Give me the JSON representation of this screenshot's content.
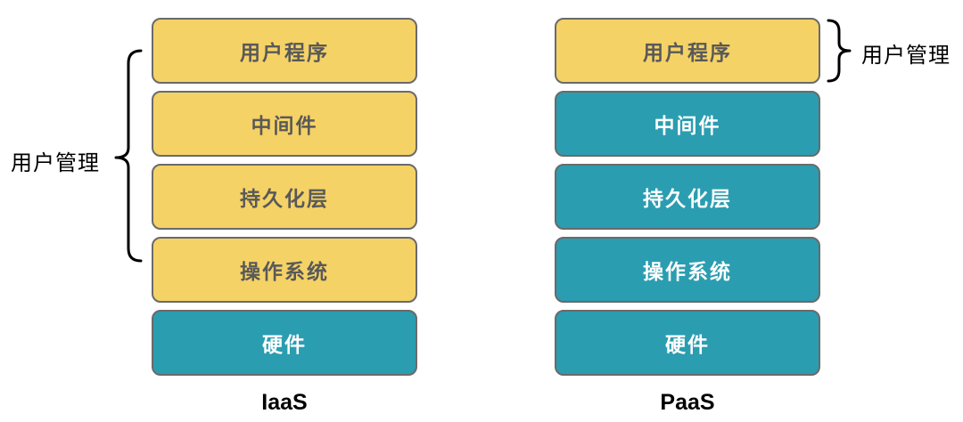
{
  "colors": {
    "yellow": "#F5D266",
    "yellow_text": "#595959",
    "teal": "#2B9DB0",
    "teal_text": "#FFFFFF",
    "border": "#6A6A6A",
    "brace": "#000000"
  },
  "stacks": [
    {
      "label": "IaaS",
      "layers": [
        {
          "text": "用户程序",
          "variant": "yellow"
        },
        {
          "text": "中间件",
          "variant": "yellow"
        },
        {
          "text": "持久化层",
          "variant": "yellow"
        },
        {
          "text": "操作系统",
          "variant": "yellow"
        },
        {
          "text": "硬件",
          "variant": "teal"
        }
      ]
    },
    {
      "label": "PaaS",
      "layers": [
        {
          "text": "用户程序",
          "variant": "yellow"
        },
        {
          "text": "中间件",
          "variant": "teal"
        },
        {
          "text": "持久化层",
          "variant": "teal"
        },
        {
          "text": "操作系统",
          "variant": "teal"
        },
        {
          "text": "硬件",
          "variant": "teal"
        }
      ]
    }
  ],
  "braces": [
    {
      "side": "left",
      "label": "用户管理",
      "covers": "IaaS layers 1-4"
    },
    {
      "side": "right",
      "label": "用户管理",
      "covers": "PaaS layer 1"
    }
  ]
}
